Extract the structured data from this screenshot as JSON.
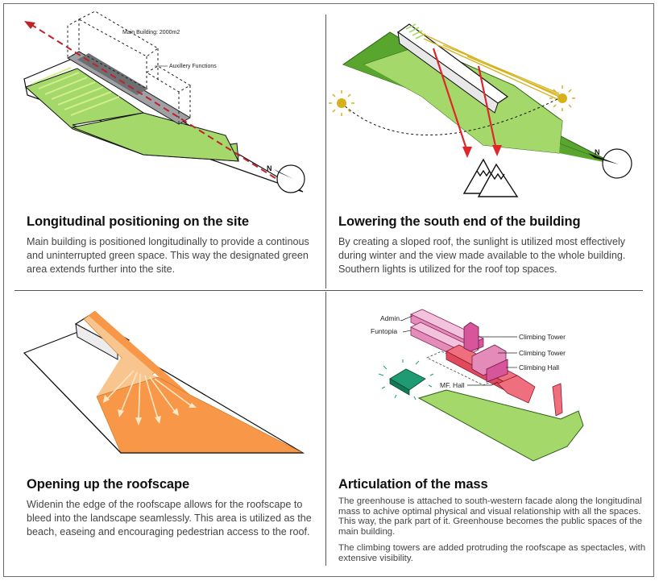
{
  "panels": [
    {
      "title": "Longitudinal positioning on the site",
      "body": "Main building is positioned longitudinally to provide a continous and uninterrupted green space. This way the designated green area extends further into the site.",
      "labels": {
        "main_building": "Main Building: 2000m2",
        "auxiliary": "Auxillery Functions",
        "north": "N"
      }
    },
    {
      "title": "Lowering the south end of the building",
      "body": "By creating a sloped roof, the sunlight is utilized most effectively during winter and the view made available to the whole building. Southern lights is utilized for the roof top spaces.",
      "labels": {
        "north": "N"
      }
    },
    {
      "title": "Opening up the roofscape",
      "body": "Widenin the edge of the roofscape allows for the roofscape to bleed into the landscape seamlessly. This area is utilized as the beach, easeing and encouraging pedestrian access to the roof."
    },
    {
      "title": "Articulation of the mass",
      "body1": "The greenhouse is attached to south-western facade along the longitudinal mass to achive optimal physical and visual relationship with all the spaces. This way, the park part of it. Greenhouse becomes the public spaces of the main building.",
      "body2": "The climbing towers are added protruding the roofscape as spectacles, with extensive visibility.",
      "labels": {
        "admin": "Admin.",
        "funtopia": "Funtopia",
        "climbing_tower_1": "Climbing Tower",
        "climbing_tower_2": "Climbing Tower",
        "climbing_hall": "Climbing Hall",
        "mf_hall": "MF. Hall"
      }
    }
  ],
  "colors": {
    "green_light": "#a5d86a",
    "green_dark": "#58a62e",
    "green_stripe": "#d2ef8a",
    "orange": "#f79747",
    "orange_light": "#f9c58e",
    "sun": "#d6b11c",
    "red": "#e0262a",
    "pink": "#e58bb9",
    "magenta": "#d7559b",
    "salmon": "#ef6f7e",
    "teal": "#1e9b72"
  }
}
